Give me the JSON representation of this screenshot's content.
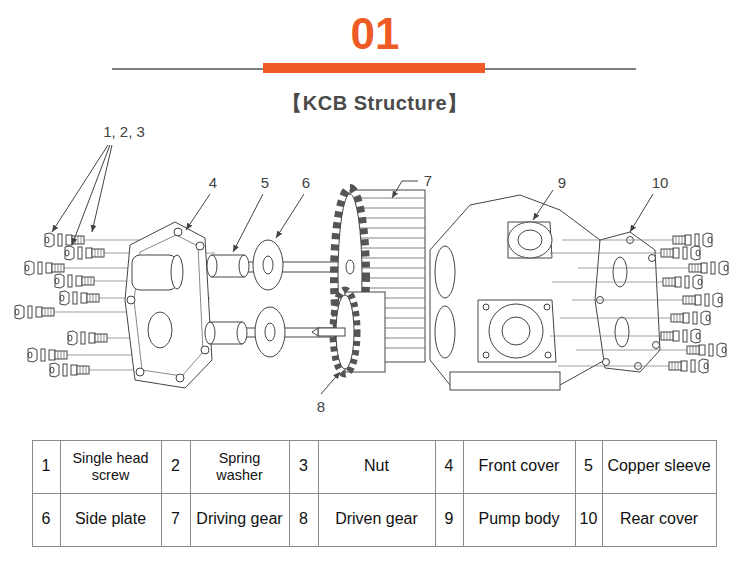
{
  "diagram": {
    "title": "01",
    "labels": [
      "【KCB Structure】",
      "1, 2, 3",
      "4",
      "5",
      "6",
      "7",
      "8",
      "9",
      "10",
      "1",
      "Single head screw",
      "2",
      "Spring washer",
      "3",
      "Nut",
      "4",
      "Front cover",
      "5",
      "Copper sleeve",
      "6",
      "Side plate",
      "7",
      "Driving gear",
      "8",
      "Driven gear",
      "9",
      "Pump body",
      "10",
      "Rear cover"
    ]
  }
}
